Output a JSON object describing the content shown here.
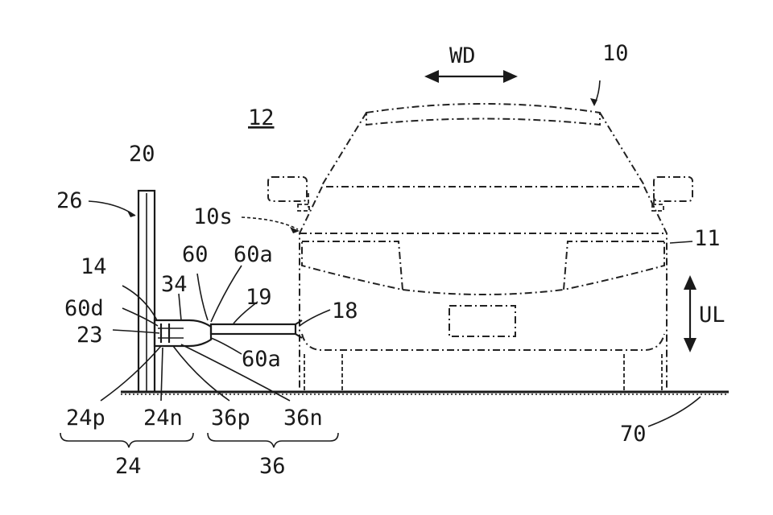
{
  "labels": {
    "vehicle": "10",
    "width_direction": "WD",
    "system": "12",
    "charger": "20",
    "charger_arrow": "26",
    "vehicle_side": "10s",
    "vehicle_right": "11",
    "part_14": "14",
    "part_60": "60",
    "part_60a_top": "60a",
    "part_34": "34",
    "part_19": "19",
    "part_60d": "60d",
    "part_18": "18",
    "part_23": "23",
    "part_60a_bottom": "60a",
    "up_down": "UL",
    "terminal_24p": "24p",
    "terminal_24n": "24n",
    "terminal_36p": "36p",
    "terminal_36n": "36n",
    "ground": "70",
    "group_24": "24",
    "group_36": "36"
  }
}
